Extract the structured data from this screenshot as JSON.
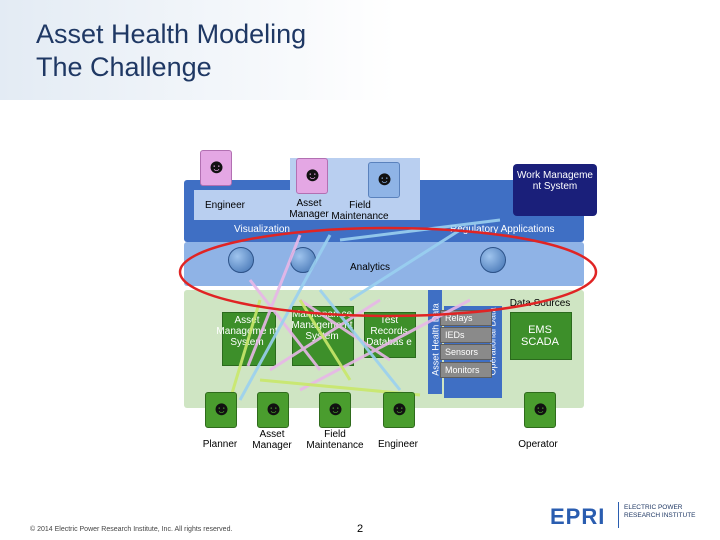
{
  "title": {
    "line1": "Asset Health Modeling",
    "line2": "The Challenge"
  },
  "top_layer": {
    "roles": {
      "engineer": "Engineer",
      "asset_manager": "Asset Manager",
      "field_maintenance": "Field Maintenance"
    },
    "work_mgmt": "Work Manageme nt System",
    "visualization": "Visualization",
    "regulatory": "Regulatory Applications"
  },
  "analytics": "Analytics",
  "data_layer": {
    "asset_mgmt": "Asset Manageme nt System",
    "maint_mgmt": "Maintenan ce Manageme nt System",
    "test_records": "Test Records Databas e",
    "asset_data": "Asset Health Data",
    "operational_data": "Operational Data",
    "data_sources": "Data Sources",
    "ems_scada": "EMS SCADA",
    "stack": [
      "Relays",
      "IEDs",
      "Sensors",
      "Monitors"
    ]
  },
  "bottom_roles": [
    "Planner",
    "Asset Manager",
    "Field Maintenance",
    "Engineer",
    "Operator"
  ],
  "footer": {
    "copyright": "© 2014 Electric Power Research Institute, Inc. All rights reserved.",
    "page": "2",
    "org_mark": "EPRI",
    "org_name": "ELECTRIC POWER RESEARCH INSTITUTE"
  },
  "colors": {
    "title": "#1f3864",
    "top_band": "#3f6fc4",
    "analytics_band": "#8fb3e6",
    "data_band": "#cfe5c3",
    "green_box": "#3d8f2a",
    "navy_box": "#1a1f7a",
    "ellipse": "#e02424"
  },
  "icons": [
    "person-icon",
    "globe-icon"
  ]
}
